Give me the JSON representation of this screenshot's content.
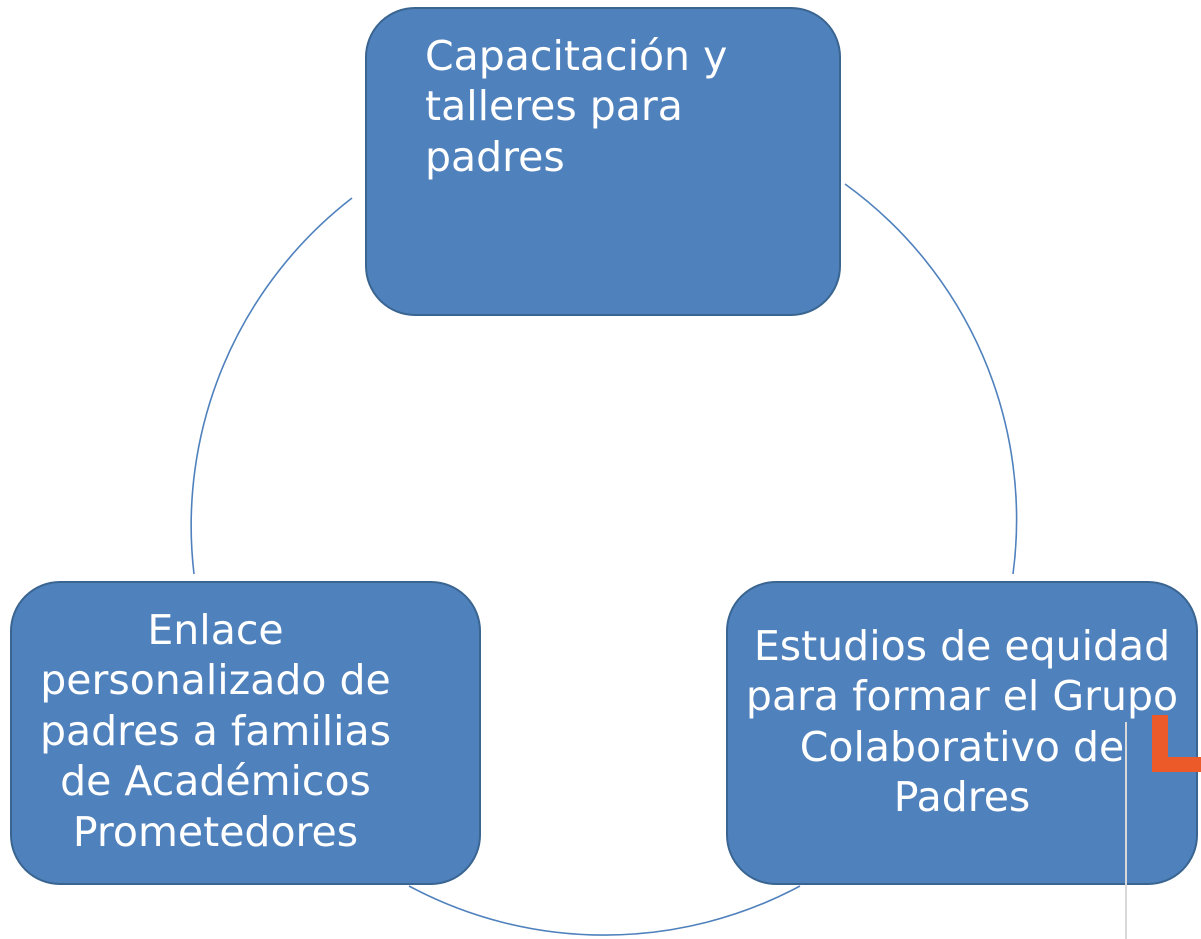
{
  "diagram": {
    "type": "cycle",
    "nodes": [
      {
        "id": "top",
        "text": "Capacitación y\ntalleres para\npadres"
      },
      {
        "id": "right",
        "text": "Estudios de equidad\npara formar el Grupo\nColaborativo de\nPadres"
      },
      {
        "id": "left",
        "text": "Enlace\npersonalizado de\npadres a familias\nde Académicos\nPrometedores"
      }
    ],
    "colors": {
      "node_fill": "#4f81bd",
      "node_border": "#3a6591",
      "node_text": "#ffffff",
      "connector": "#4f81bd",
      "logo_accent": "#ed5a2a"
    }
  },
  "logo": {
    "icon": "brand-logo-l-icon"
  }
}
